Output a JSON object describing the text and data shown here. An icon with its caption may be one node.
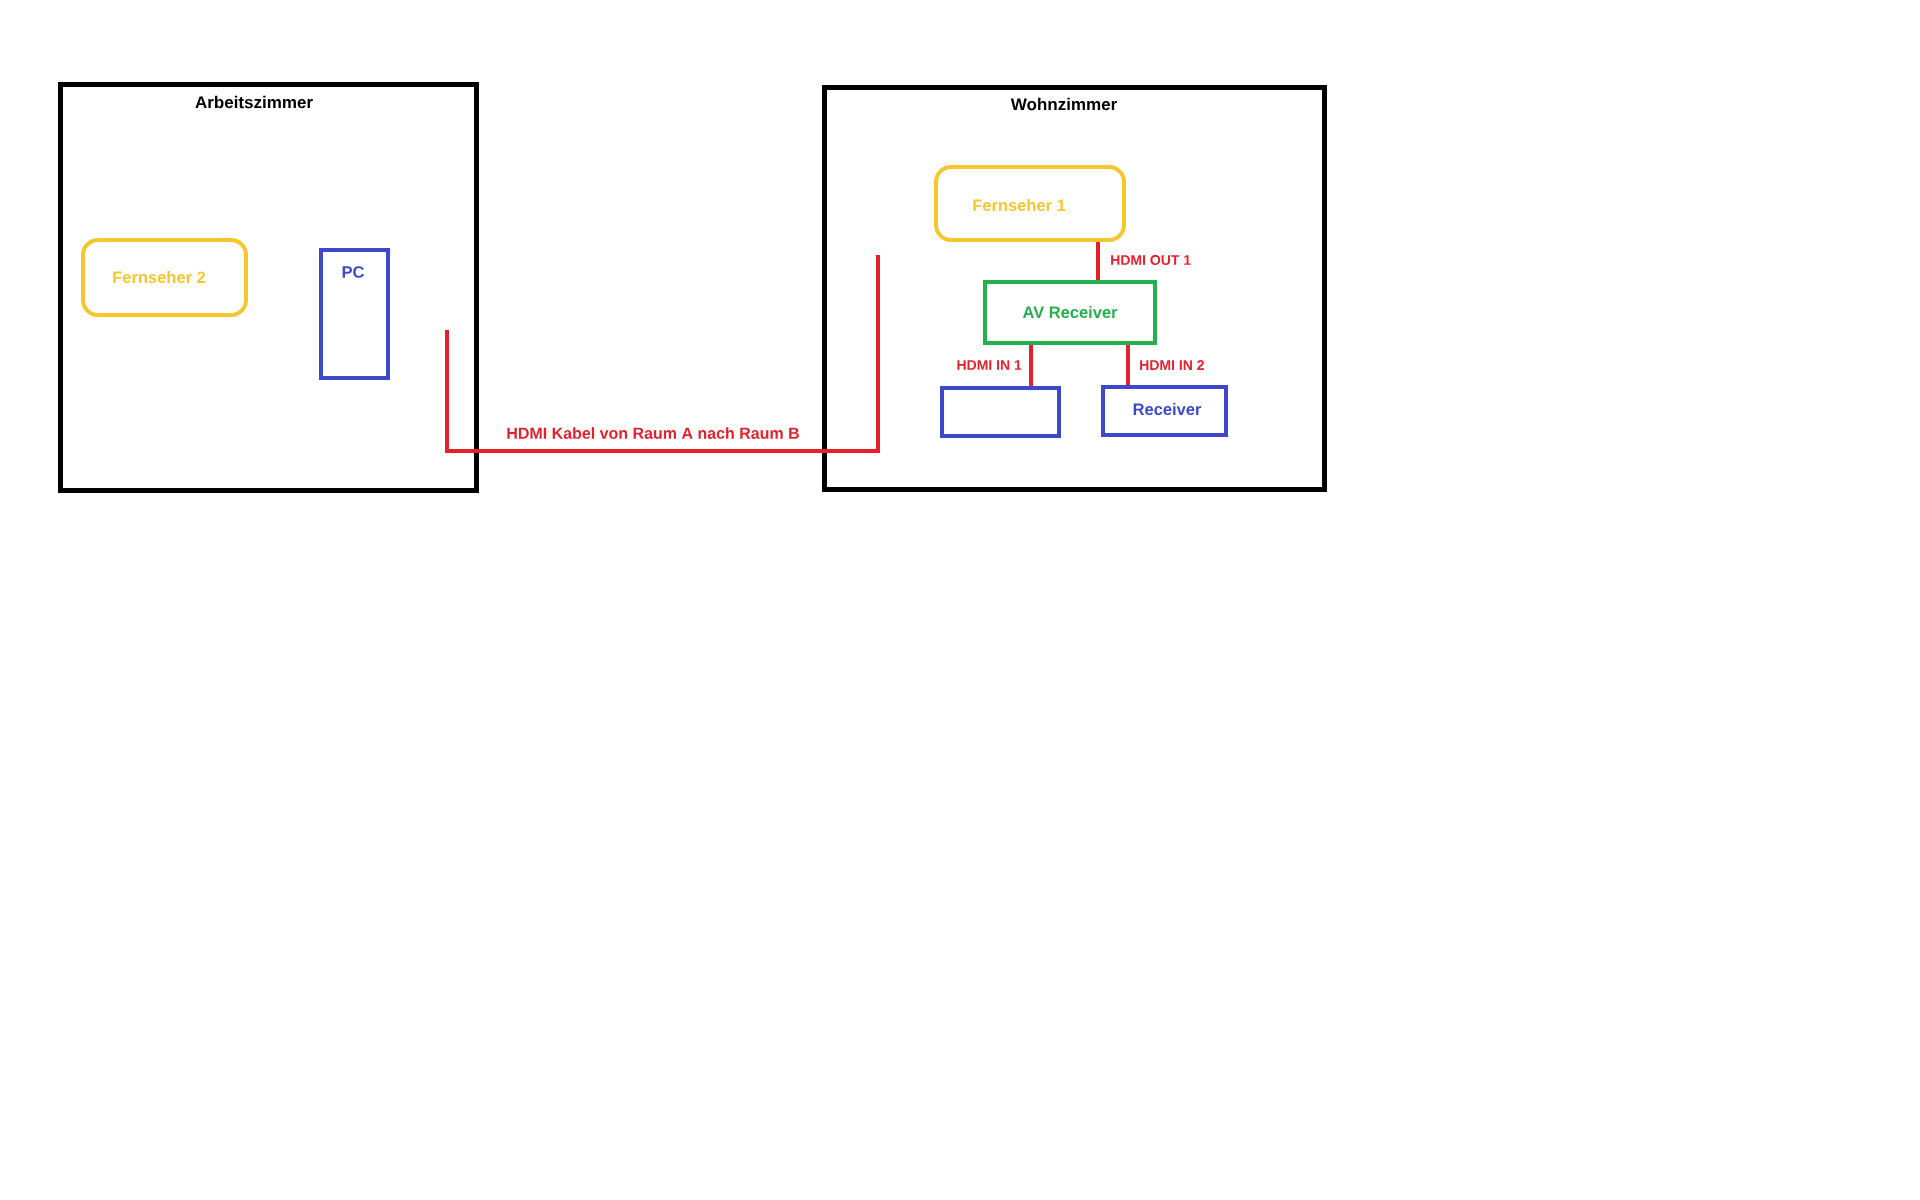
{
  "diagram": {
    "nodes": [
      {
        "text": [
          "Arbeitszimmer"
        ]
      },
      {
        "text": [
          "Fernseher 2"
        ],
        "in": 0
      },
      {
        "text": [
          "PC"
        ],
        "in": 0
      },
      {
        "text": [
          "Wohnzimmer"
        ]
      },
      {
        "text": [
          "Fernseher 1"
        ],
        "in": 3
      },
      {
        "text": [
          "AV Receiver"
        ],
        "in": 3
      },
      {
        "text": [],
        "shape": "box",
        "in": 3
      },
      {
        "text": [
          "Receiver"
        ],
        "in": 3
      }
    ],
    "edges": [
      {
        "from": 0,
        "to": 3,
        "arrow": "none",
        "label": "HDMI Kabel von Raum A nach Raum B"
      },
      {
        "from": 4,
        "to": 5,
        "arrow": "none",
        "label": "HDMI OUT 1"
      },
      {
        "from": 5,
        "to": 6,
        "arrow": "none",
        "label": "HDMI IN 1"
      },
      {
        "from": 5,
        "to": 7,
        "arrow": "none",
        "label": "HDMI IN 2"
      }
    ]
  }
}
